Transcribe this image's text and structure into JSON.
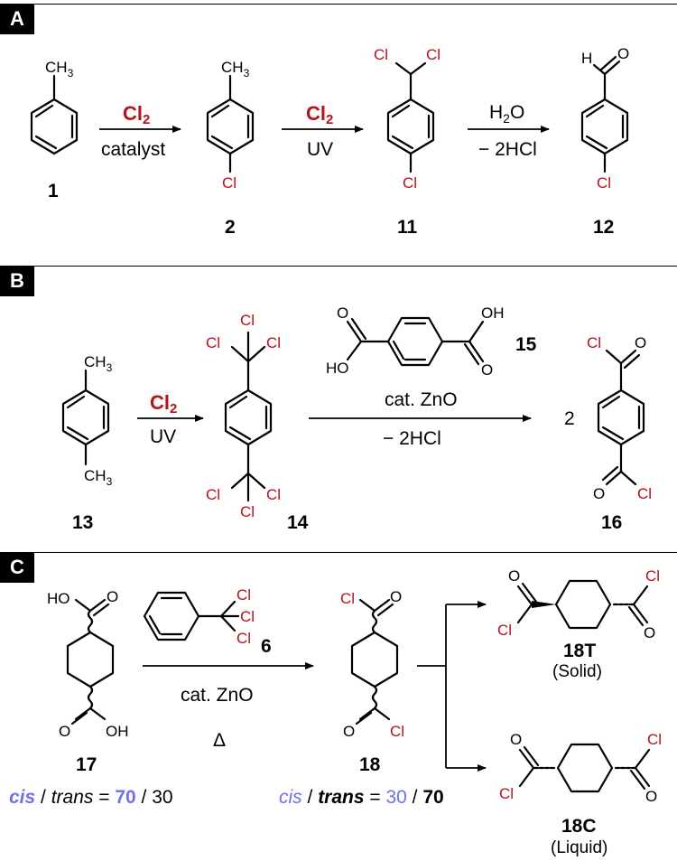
{
  "panels": {
    "a": {
      "tag": "A"
    },
    "b": {
      "tag": "B"
    },
    "c": {
      "tag": "C"
    }
  },
  "atoms": {
    "ch3": "CH",
    "sub3": "3",
    "cl": "Cl",
    "h": "H",
    "o": "O",
    "ho": "HO",
    "oh": "OH"
  },
  "compounds": {
    "c1": "1",
    "c2": "2",
    "c11": "11",
    "c12": "12",
    "c13": "13",
    "c14": "14",
    "c15": "15",
    "c16": "16",
    "c6": "6",
    "c17": "17",
    "c18": "18",
    "c18t": "18T",
    "c18t_state": "(Solid)",
    "c18c": "18C",
    "c18c_state": "(Liquid)",
    "coef16": "2"
  },
  "conditions": {
    "cl2_main": "Cl",
    "cl2_sub": "2",
    "catalyst": "catalyst",
    "uv": "UV",
    "h2o_main": "H",
    "h2o_sub": "2",
    "h2o_tail": "O",
    "minus_2hcl": "− 2HCl",
    "cat_zno": "cat. ZnO",
    "delta": "Δ"
  },
  "ratios": {
    "r17": {
      "cis": "cis",
      "sep1": " / ",
      "trans": "trans",
      "eq": " = ",
      "v1": "70",
      "sep2": " / ",
      "v2": "30"
    },
    "r18": {
      "cis": "cis",
      "sep1": " / ",
      "trans": "trans",
      "eq": " = ",
      "v1": "30",
      "sep2": " / ",
      "v2": "70"
    }
  },
  "colors": {
    "chlorine": "#b5121b",
    "highlight": "#6f6ff0",
    "panel_tag": "#000000"
  }
}
